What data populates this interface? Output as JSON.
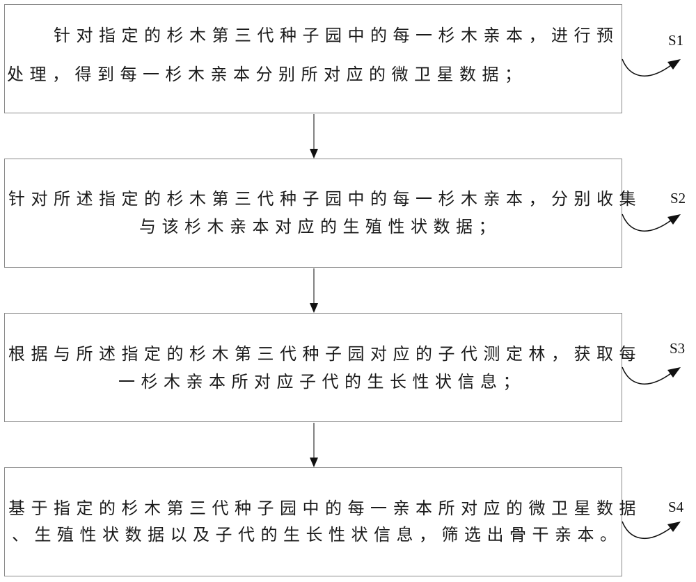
{
  "diagram": {
    "type": "flowchart",
    "steps": [
      {
        "id": "S1",
        "label": "S1",
        "lines": [
          "针对指定的杉木第三代种子园中的每一杉木亲本，进行预",
          "处理，得到每一杉木亲本分别所对应的微卫星数据；"
        ]
      },
      {
        "id": "S2",
        "label": "S2",
        "lines": [
          "针对所述指定的杉木第三代种子园中的每一杉木亲本，分别收集",
          "与该杉木亲本对应的生殖性状数据；"
        ]
      },
      {
        "id": "S3",
        "label": "S3",
        "lines": [
          "根据与所述指定的杉木第三代种子园对应的子代测定林，获取每",
          "一杉木亲本所对应子代的生长性状信息；"
        ]
      },
      {
        "id": "S4",
        "label": "S4",
        "lines": [
          "基于指定的杉木第三代种子园中的每一亲本所对应的微卫星数据",
          "、生殖性状数据以及子代的生长性状信息，筛选出骨干亲本。"
        ]
      }
    ],
    "connections": [
      {
        "from": "S1",
        "to": "S2"
      },
      {
        "from": "S2",
        "to": "S3"
      },
      {
        "from": "S3",
        "to": "S4"
      }
    ],
    "colors": {
      "border": "#8a8a8a",
      "stroke": "#111111",
      "text": "#1a1a1a"
    }
  }
}
